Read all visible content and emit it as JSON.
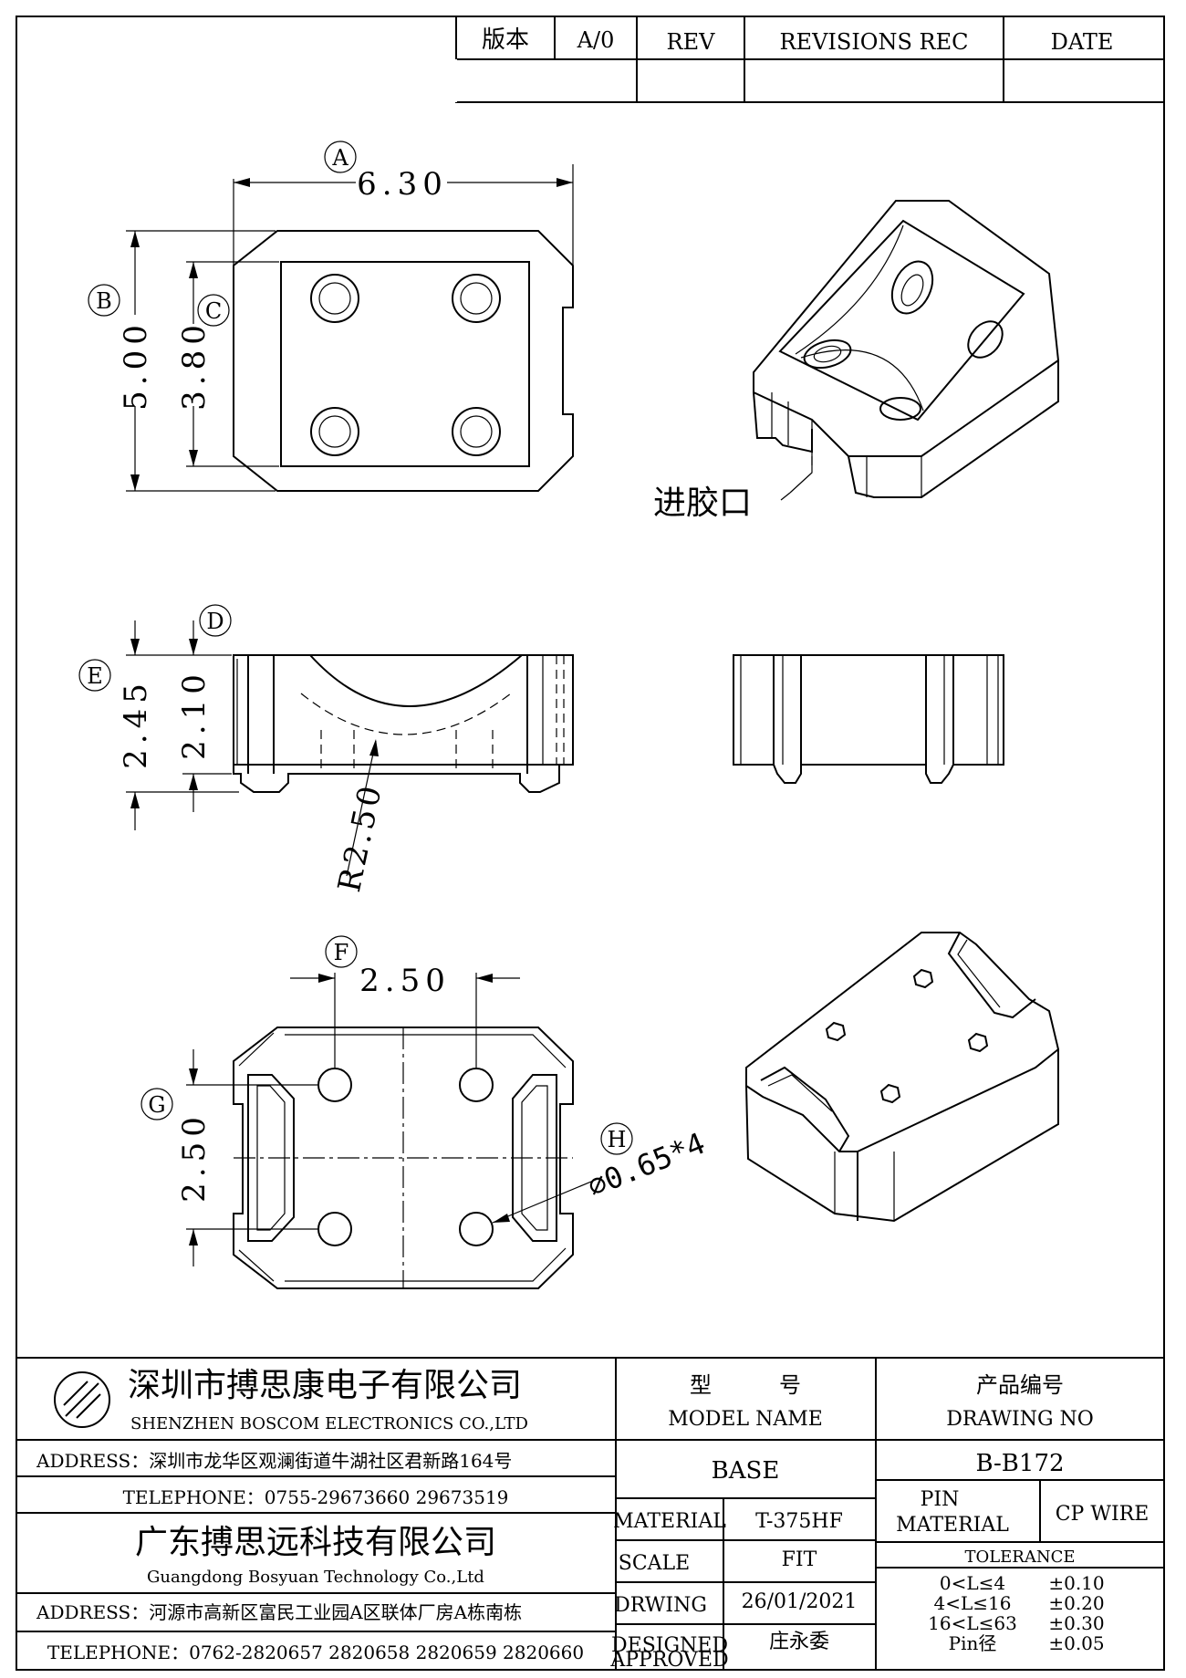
{
  "revision_block": {
    "version_label": "版本",
    "version_value": "A/0",
    "rev_header": "REV",
    "revisions_header": "REVISIONS REC",
    "date_header": "DATE"
  },
  "views": {
    "top": {
      "callout_a": "A",
      "dim_a": "6.30",
      "callout_b": "B",
      "dim_b": "5.00",
      "callout_c": "C",
      "dim_c": "3.80"
    },
    "iso_top": {
      "gate_label": "进胶口"
    },
    "front": {
      "callout_d": "D",
      "dim_d": "2.10",
      "callout_e": "E",
      "dim_e": "2.45",
      "radius": "R2.50"
    },
    "bottom": {
      "callout_f": "F",
      "dim_f": "2.50",
      "callout_g": "G",
      "dim_g": "2.50",
      "callout_h": "H",
      "hole_spec": "⌀0.65*4"
    }
  },
  "title_block": {
    "company_cn": "深圳市搏思康电子有限公司",
    "company_en": "SHENZHEN BOSCOM ELECTRONICS CO.,LTD",
    "address1": "ADDRESS：深圳市龙华区观澜街道牛湖社区君新路164号",
    "telephone1": "TELEPHONE：0755-29673660 29673519",
    "company2_cn": "广东搏思远科技有限公司",
    "company2_en": "Guangdong Bosyuan Technology Co.,Ltd",
    "address2": "ADDRESS：河源市高新区富民工业园A区联体厂房A栋南栋",
    "telephone2": "TELEPHONE：0762-2820657 2820658 2820659 2820660",
    "model_cn_1": "型",
    "model_cn_2": "号",
    "model_en": "MODEL NAME",
    "model_value": "BASE",
    "drawing_cn": "产品编号",
    "drawing_en": "DRAWING NO",
    "drawing_value": "B-B172",
    "material_label": "MATERIAL",
    "material_value": "T-375HF",
    "scale_label": "SCALE",
    "scale_value": "FIT",
    "drawing_label": "DRWING",
    "drawing_date": "26/01/2021",
    "designed_label": "DESIGNED",
    "designed_value": "庄永委",
    "approved_label": "APPROVED",
    "pin_label_1": "PIN",
    "pin_label_2": "MATERIAL",
    "pin_value": "CP WIRE",
    "tolerance_label": "TOLERANCE",
    "tolerances": [
      {
        "range": "0<L≤4",
        "value": "±0.10"
      },
      {
        "range": "4<L≤16",
        "value": "±0.20"
      },
      {
        "range": "16<L≤63",
        "value": "±0.30"
      },
      {
        "range": "Pin径",
        "value": "±0.05"
      }
    ]
  }
}
